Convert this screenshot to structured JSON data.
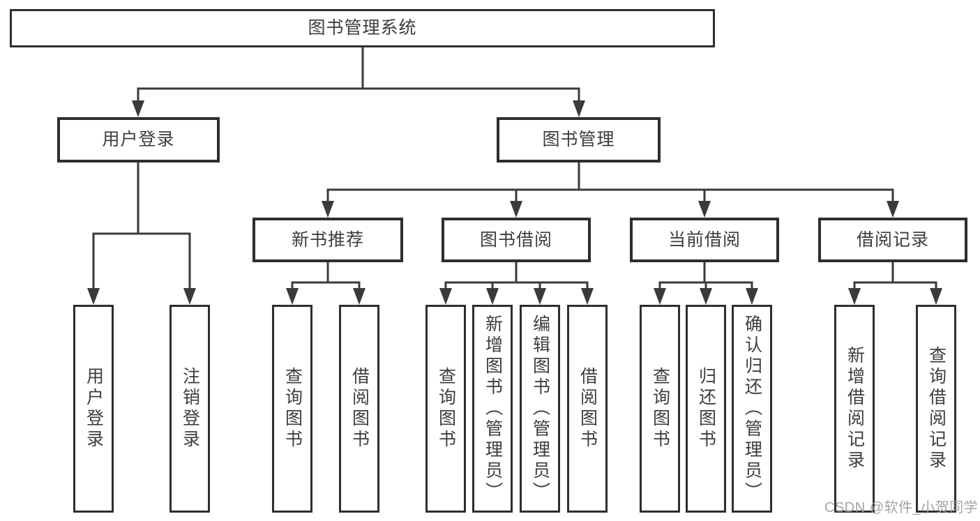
{
  "diagram_title": "图书管理系统",
  "root": {
    "label": "图书管理系统"
  },
  "branches": [
    {
      "label": "用户登录"
    },
    {
      "label": "图书管理"
    }
  ],
  "modules": [
    {
      "label": "新书推荐",
      "parent": "图书管理"
    },
    {
      "label": "图书借阅",
      "parent": "图书管理"
    },
    {
      "label": "当前借阅",
      "parent": "图书管理"
    },
    {
      "label": "借阅记录",
      "parent": "图书管理"
    }
  ],
  "leaves": [
    {
      "label": "用户登录",
      "parent": "用户登录"
    },
    {
      "label": "注销登录",
      "parent": "用户登录"
    },
    {
      "label": "查询图书",
      "parent": "新书推荐"
    },
    {
      "label": "借阅图书",
      "parent": "新书推荐"
    },
    {
      "label": "查询图书",
      "parent": "图书借阅"
    },
    {
      "label": "新增图书（管理员）",
      "parent": "图书借阅"
    },
    {
      "label": "编辑图书（管理员）",
      "parent": "图书借阅"
    },
    {
      "label": "借阅图书",
      "parent": "图书借阅"
    },
    {
      "label": "查询图书",
      "parent": "当前借阅"
    },
    {
      "label": "归还图书",
      "parent": "当前借阅"
    },
    {
      "label": "确认归还（管理员）",
      "parent": "当前借阅"
    },
    {
      "label": "新增借阅记录",
      "parent": "借阅记录"
    },
    {
      "label": "查询借阅记录",
      "parent": "借阅记录"
    }
  ],
  "watermark": "CSDN @软件_小贺同学",
  "colors": {
    "line": "#3a3a3a",
    "box_border": "#2e2e2e",
    "text": "#3d3d3d",
    "watermark_text": "#9c9c9c",
    "background": "#ffffff"
  }
}
